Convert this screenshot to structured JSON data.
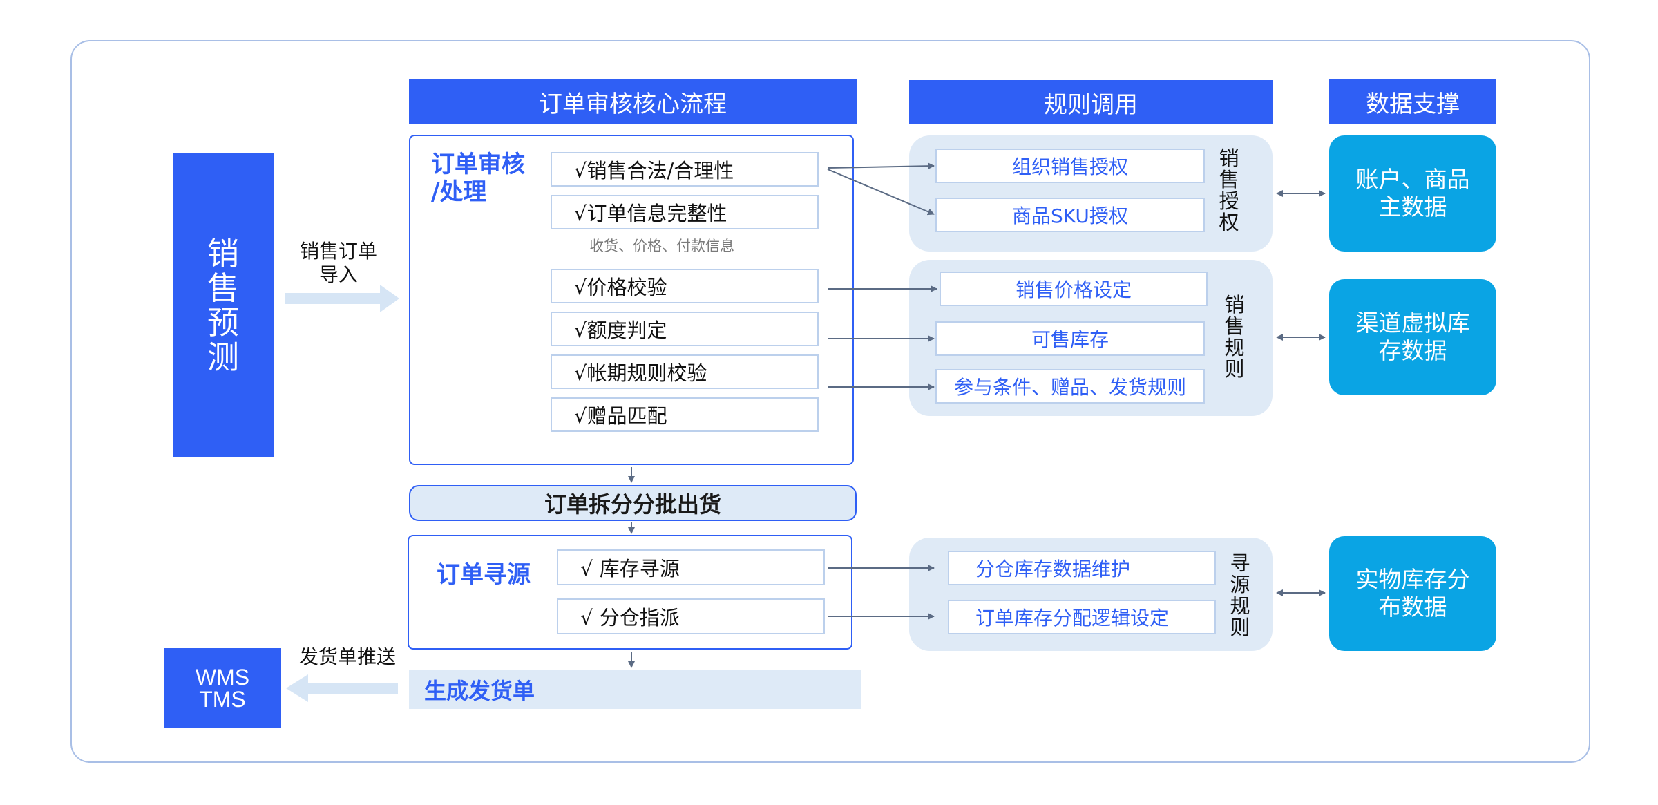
{
  "headers": {
    "core": "订单审核核心流程",
    "rules": "规则调用",
    "data": "数据支撑"
  },
  "forecast": "销售预测",
  "import_label": [
    "销售订单",
    "导入"
  ],
  "push_label": "发货单推送",
  "wms": [
    "WMS",
    "TMS"
  ],
  "review": {
    "title": [
      "订单审核",
      "/处理"
    ],
    "items": [
      "√销售合法/合理性",
      "√订单信息完整性",
      "√价格校验",
      "√额度判定",
      "√帐期规则校验",
      "√赠品匹配"
    ],
    "note": "收货、价格、付款信息"
  },
  "split": "订单拆分分批出货",
  "sourcing": {
    "title": "订单寻源",
    "items": [
      "√ 库存寻源",
      "√ 分仓指派"
    ]
  },
  "generate": "生成发货单",
  "rule_groups": [
    {
      "label": "销售授权",
      "items": [
        "组织销售授权",
        "商品SKU授权"
      ]
    },
    {
      "label": "销售规则",
      "items": [
        "销售价格设定",
        "可售库存",
        "参与条件、赠品、发货规则"
      ]
    },
    {
      "label": "寻源规则",
      "items": [
        "分仓库存数据维护",
        "订单库存分配逻辑设定"
      ]
    }
  ],
  "data_items": [
    [
      "账户、商品",
      "主数据"
    ],
    [
      "渠道虚拟库",
      "存数据"
    ],
    [
      "实物库存分",
      "布数据"
    ]
  ],
  "colors": {
    "primary": "#2f5ff5",
    "panel": "#dfeaf6",
    "data": "#0aa4e4",
    "arrow": "#5b6b84"
  }
}
